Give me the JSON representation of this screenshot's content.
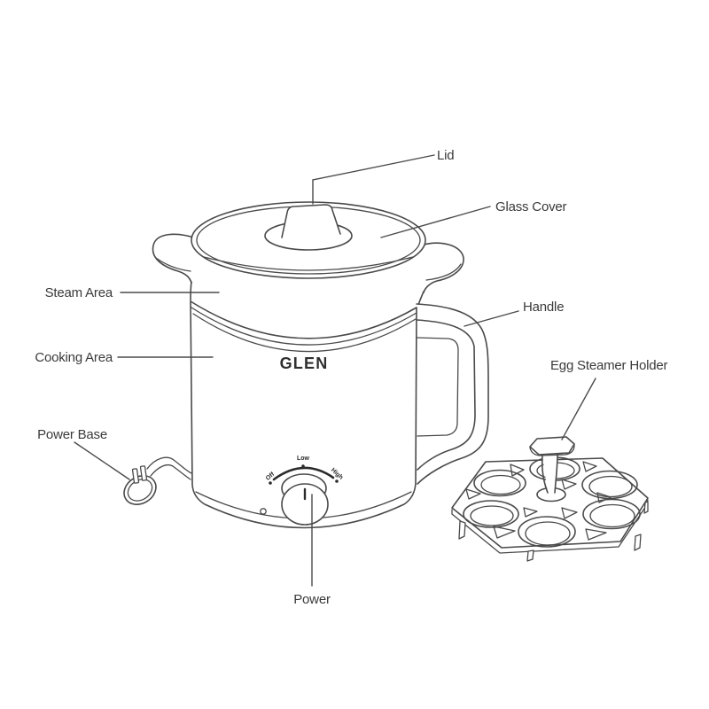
{
  "diagram": {
    "brand_logo": "GLEN",
    "labels": {
      "lid": "Lid",
      "glass_cover": "Glass Cover",
      "steam_area": "Steam Area",
      "cooking_area": "Cooking Area",
      "power_base": "Power Base",
      "handle": "Handle",
      "egg_steamer_holder": "Egg Steamer Holder",
      "power": "Power"
    },
    "knob_markings": {
      "off": "Off",
      "low": "Low",
      "high": "High"
    },
    "colors": {
      "background": "#ffffff",
      "line": "#4a4a4a",
      "label_text": "#3a3a3a",
      "knob_marking": "#2b2b2b"
    }
  }
}
